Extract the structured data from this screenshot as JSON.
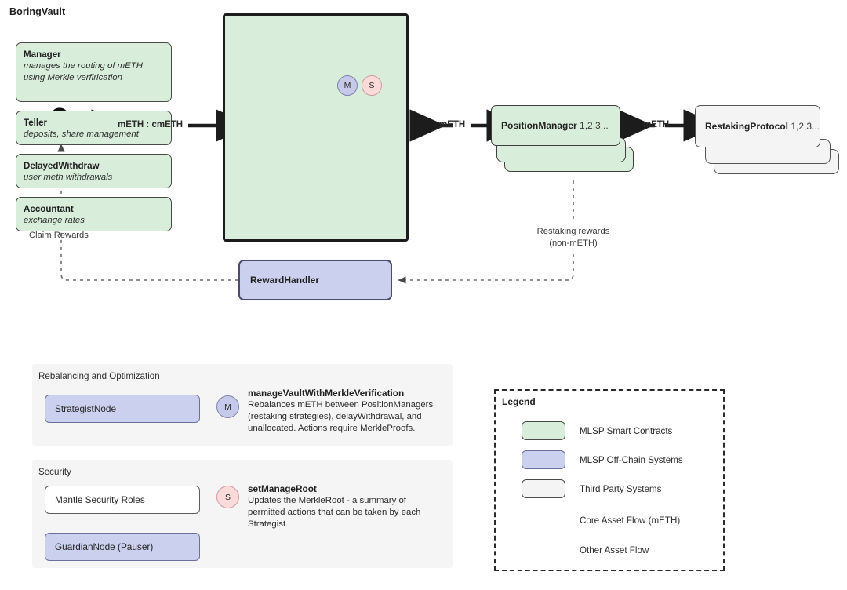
{
  "diagram": {
    "vault": {
      "title": "BoringVault",
      "components": [
        {
          "name": "Manager",
          "desc": "manages the routing of mETH using Merkle verfirication"
        },
        {
          "name": "Teller",
          "desc": "deposits, share management"
        },
        {
          "name": "DelayedWithdraw",
          "desc": "user meth withdrawals"
        },
        {
          "name": "Accountant",
          "desc": "exchange rates"
        }
      ],
      "badges": [
        {
          "label": "M",
          "name": "manager-badge-m"
        },
        {
          "label": "S",
          "name": "manager-badge-s"
        }
      ]
    },
    "user": {
      "icon": "user-icon",
      "flow_label": "mETH : cmETH"
    },
    "position_manager": {
      "name": "PositionManager",
      "suffix": "1,2,3..."
    },
    "restaking_protocol": {
      "name": "RestakingProtocol",
      "suffix": "1,2,3..."
    },
    "reward_handler": {
      "name": "RewardHandler"
    },
    "flows": {
      "vault_to_position": "mETH",
      "position_to_restaking": "mETH",
      "claim_rewards": "Claim Rewards",
      "restaking_rewards_line1": "Restaking rewards",
      "restaking_rewards_line2": "(non-mETH)"
    }
  },
  "panels": [
    {
      "title": "Rebalancing and Optimization",
      "items": [
        {
          "label": "StrategistNode",
          "style": "purple"
        }
      ],
      "badge": "M",
      "action_title": "manageVaultWithMerkleVerification",
      "action_desc": "Rebalances mETH between PositionManagers (restaking strategies), delayWithdrawal, and unallocated. Actions require MerkleProofs."
    },
    {
      "title": "Security",
      "items": [
        {
          "label": "Mantle Security Roles",
          "style": "white"
        },
        {
          "label": "GuardianNode (Pauser)",
          "style": "purple"
        }
      ],
      "badge": "S",
      "action_title": "setManageRoot",
      "action_desc": "Updates the MerkleRoot - a summary of permitted actions that can be taken by each Strategist."
    }
  ],
  "legend": {
    "title": "Legend",
    "swatches": [
      {
        "label": "MLSP Smart Contracts",
        "color": "#d9eeda"
      },
      {
        "label": "MLSP Off-Chain Systems",
        "color": "#ccd0ef"
      },
      {
        "label": "Third Party Systems",
        "color": "#f4f4f4"
      }
    ],
    "arrows": [
      {
        "label": "Core Asset Flow (mETH)",
        "color": "#1c1c1c",
        "weight": "thick"
      },
      {
        "label": "Other Asset Flow",
        "color": "#6e6e6e",
        "weight": "thin"
      }
    ]
  },
  "colors": {
    "smart_contract_green": "#d9eeda",
    "offchain_purple": "#ccd0ef",
    "third_party_grey": "#f4f4f4",
    "badge_m": "#c6c9ea",
    "badge_s": "#fbdada",
    "stroke": "#1c1c1c"
  }
}
